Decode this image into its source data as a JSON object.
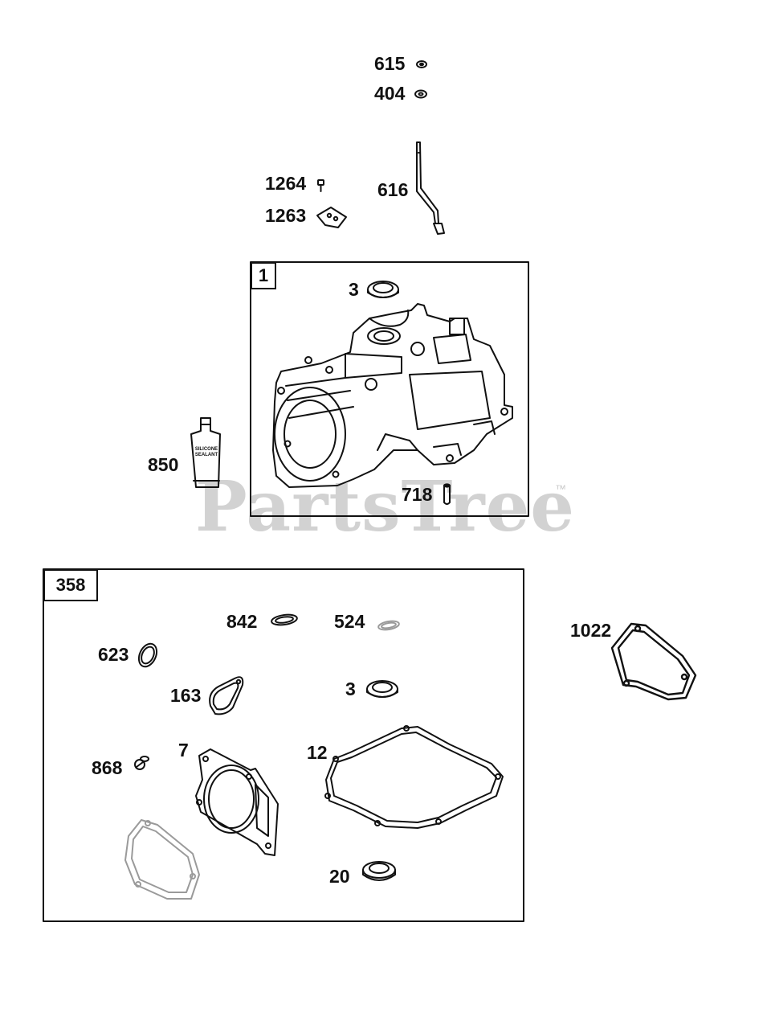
{
  "watermark": {
    "text": "PartsTree",
    "tm": "™"
  },
  "groups": {
    "cylinder": {
      "tag": "1"
    },
    "gasket_set": {
      "tag": "358"
    }
  },
  "callouts": {
    "p615": "615",
    "p404": "404",
    "p616": "616",
    "p1264": "1264",
    "p1263": "1263",
    "p3_top": "3",
    "p850": "850",
    "p718": "718",
    "p842": "842",
    "p524": "524",
    "p623": "623",
    "p163": "163",
    "p3_set": "3",
    "p7": "7",
    "p12": "12",
    "p868": "868",
    "p20": "20",
    "p1022": "1022"
  },
  "sealant_tube": {
    "line1": "SILICONE",
    "line2": "SEALANT"
  },
  "colors": {
    "ink": "#111111",
    "watermark": "#d2d2d2",
    "faint_part": "#9a9a9a"
  }
}
